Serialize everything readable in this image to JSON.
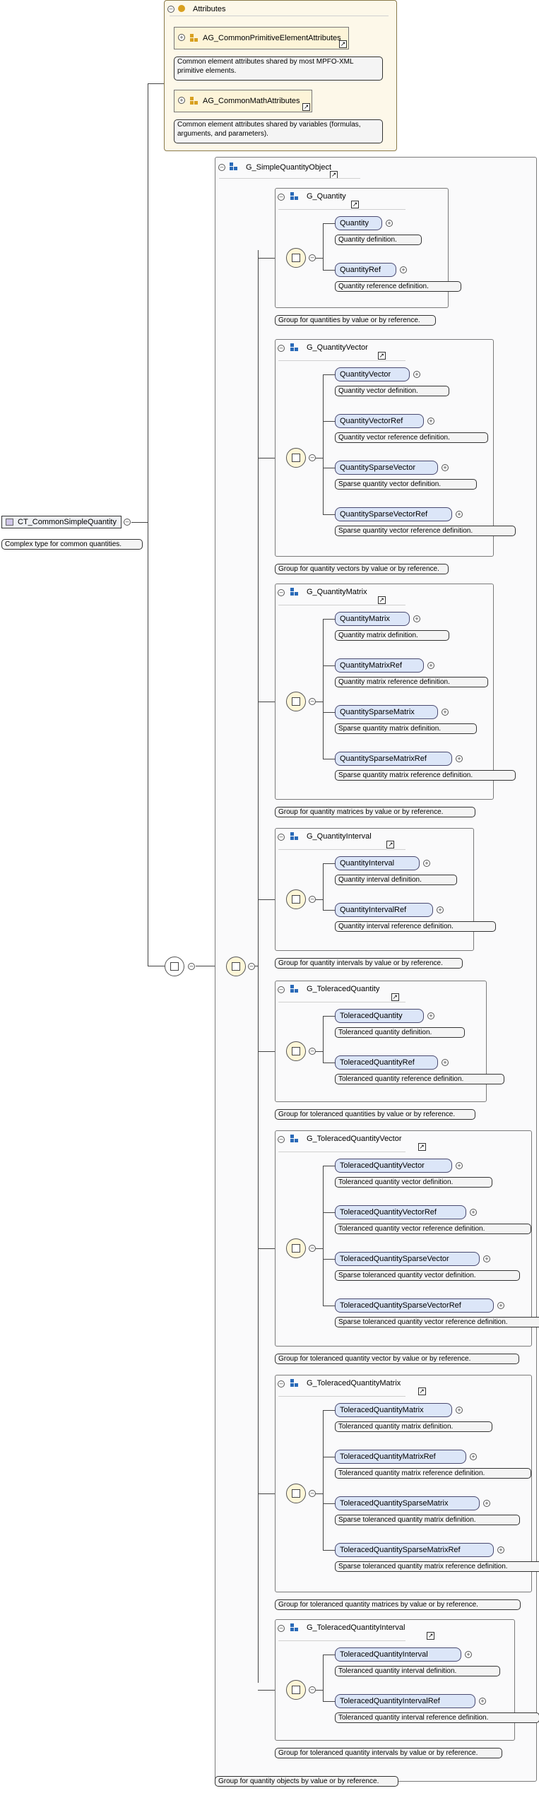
{
  "colors": {
    "element_fill": "#dce6f8",
    "attribute_fill": "#fdf8e9",
    "sequence_fill": "#fff7d8",
    "group_icon": "#2a6ab8",
    "attr_icon": "#d8a020"
  },
  "complex_type": {
    "name": "CT_CommonSimpleQuantity",
    "annotation": "Complex type for common quantities."
  },
  "attributes": {
    "title": "Attributes",
    "items": [
      {
        "name": "AG_CommonPrimitiveElementAttributes",
        "annotation": "Common element attributes shared by most MPFO-XML primitive elements."
      },
      {
        "name": "AG_CommonMathAttributes",
        "annotation": "Common element attributes shared by variables (formulas, arguments, and parameters)."
      }
    ]
  },
  "outer_group": {
    "name": "G_SimpleQuantityObject",
    "annotation": "Group for quantity objects by value or by reference."
  },
  "groups": [
    {
      "name": "G_Quantity",
      "annotation": "Group for quantities by value or by reference.",
      "elements": [
        {
          "name": "Quantity",
          "annotation": "Quantity definition."
        },
        {
          "name": "QuantityRef",
          "annotation": "Quantity reference definition."
        }
      ]
    },
    {
      "name": "G_QuantityVector",
      "annotation": "Group for quantity vectors by value or by reference.",
      "elements": [
        {
          "name": "QuantityVector",
          "annotation": "Quantity vector definition."
        },
        {
          "name": "QuantityVectorRef",
          "annotation": "Quantity vector reference definition."
        },
        {
          "name": "QuantitySparseVector",
          "annotation": "Sparse quantity vector definition."
        },
        {
          "name": "QuantitySparseVectorRef",
          "annotation": "Sparse quantity vector reference definition."
        }
      ]
    },
    {
      "name": "G_QuantityMatrix",
      "annotation": "Group for quantity matrices by value or by reference.",
      "elements": [
        {
          "name": "QuantityMatrix",
          "annotation": "Quantity matrix definition."
        },
        {
          "name": "QuantityMatrixRef",
          "annotation": "Quantity matrix reference definition."
        },
        {
          "name": "QuantitySparseMatrix",
          "annotation": "Sparse quantity matrix definition."
        },
        {
          "name": "QuantitySparseMatrixRef",
          "annotation": "Sparse quantity matrix reference definition."
        }
      ]
    },
    {
      "name": "G_QuantityInterval",
      "annotation": "Group for quantity intervals by value or by reference.",
      "elements": [
        {
          "name": "QuantityInterval",
          "annotation": "Quantity interval definition."
        },
        {
          "name": "QuantityIntervalRef",
          "annotation": "Quantity interval reference definition."
        }
      ]
    },
    {
      "name": "G_ToleracedQuantity",
      "annotation": "Group for toleranced quantities by value or by reference.",
      "elements": [
        {
          "name": "ToleracedQuantity",
          "annotation": "Toleranced quantity definition."
        },
        {
          "name": "ToleracedQuantityRef",
          "annotation": "Toleranced quantity reference definition."
        }
      ]
    },
    {
      "name": "G_ToleracedQuantityVector",
      "annotation": "Group for toleranced quantity vector by value or by reference.",
      "elements": [
        {
          "name": "ToleracedQuantityVector",
          "annotation": "Toleranced quantity vector definition."
        },
        {
          "name": "ToleracedQuantityVectorRef",
          "annotation": "Toleranced quantity vector reference definition."
        },
        {
          "name": "ToleracedQuantitySparseVector",
          "annotation": "Sparse toleranced quantity vector definition."
        },
        {
          "name": "ToleracedQuantitySparseVectorRef",
          "annotation": "Sparse toleranced quantity vector reference definition."
        }
      ]
    },
    {
      "name": "G_ToleracedQuantityMatrix",
      "annotation": "Group for toleranced quantity matrices by value or by reference.",
      "elements": [
        {
          "name": "ToleracedQuantityMatrix",
          "annotation": "Toleranced quantity matrix definition."
        },
        {
          "name": "ToleracedQuantityMatrixRef",
          "annotation": "Toleranced quantity matrix reference definition."
        },
        {
          "name": "ToleracedQuantitySparseMatrix",
          "annotation": "Sparse toleranced quantity matrix definition."
        },
        {
          "name": "ToleracedQuantitySparseMatrixRef",
          "annotation": "Sparse toleranced quantity matrix reference definition."
        }
      ]
    },
    {
      "name": "G_ToleracedQuantityInterval",
      "annotation": "Group for toleranced quantity intervals by value or by reference.",
      "elements": [
        {
          "name": "ToleracedQuantityInterval",
          "annotation": "Toleranced quantity interval definition."
        },
        {
          "name": "ToleracedQuantityIntervalRef",
          "annotation": "Toleranced quantity interval reference definition."
        }
      ]
    }
  ]
}
